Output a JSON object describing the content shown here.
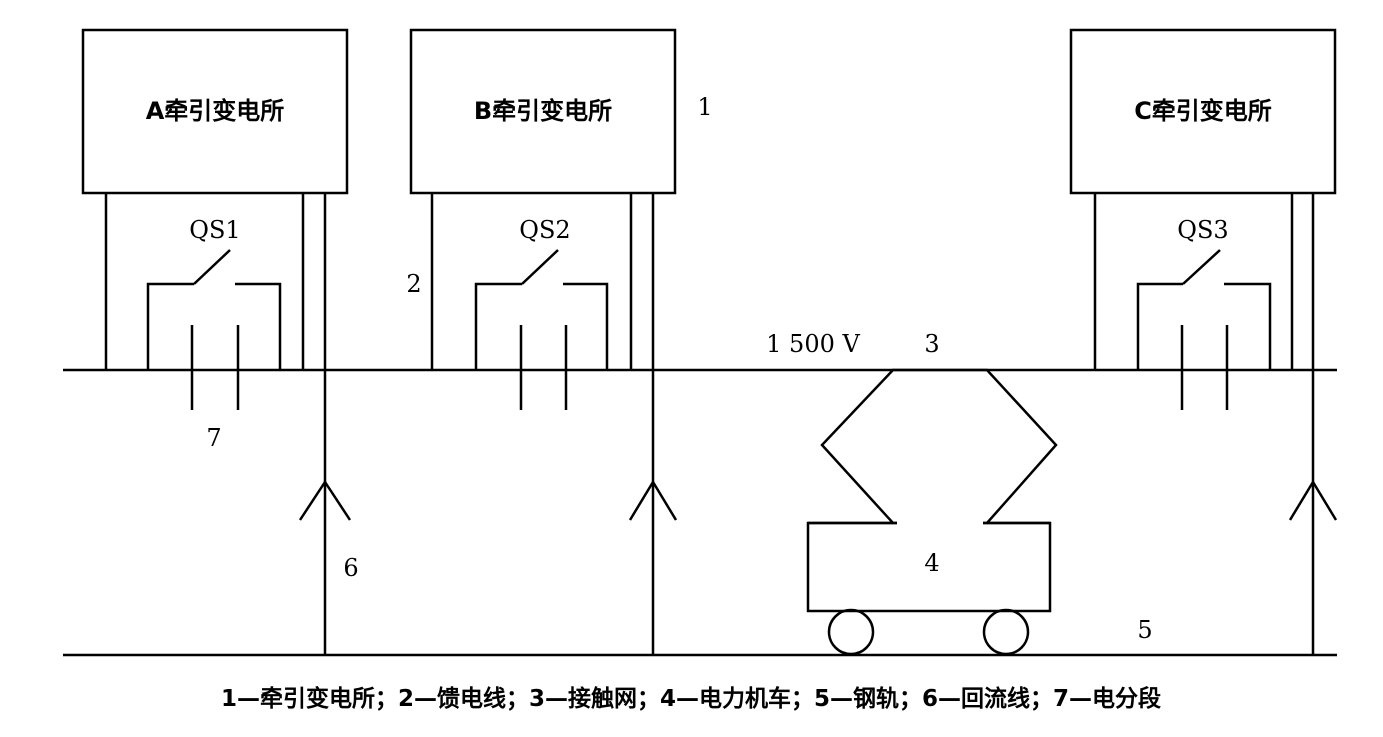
{
  "substations": {
    "a": "A牵引变电所",
    "b": "B牵引变电所",
    "c": "C牵引变电所"
  },
  "switches": {
    "qs1": "QS1",
    "qs2": "QS2",
    "qs3": "QS3"
  },
  "voltage": "1 500 V",
  "markers": {
    "m1": "1",
    "m2": "2",
    "m3": "3",
    "m4": "4",
    "m5": "5",
    "m6": "6",
    "m7": "7"
  },
  "legend": "1—牵引变电所；2—馈电线；3—接触网；4—电力机车；5—钢轨；6—回流线；7—电分段"
}
